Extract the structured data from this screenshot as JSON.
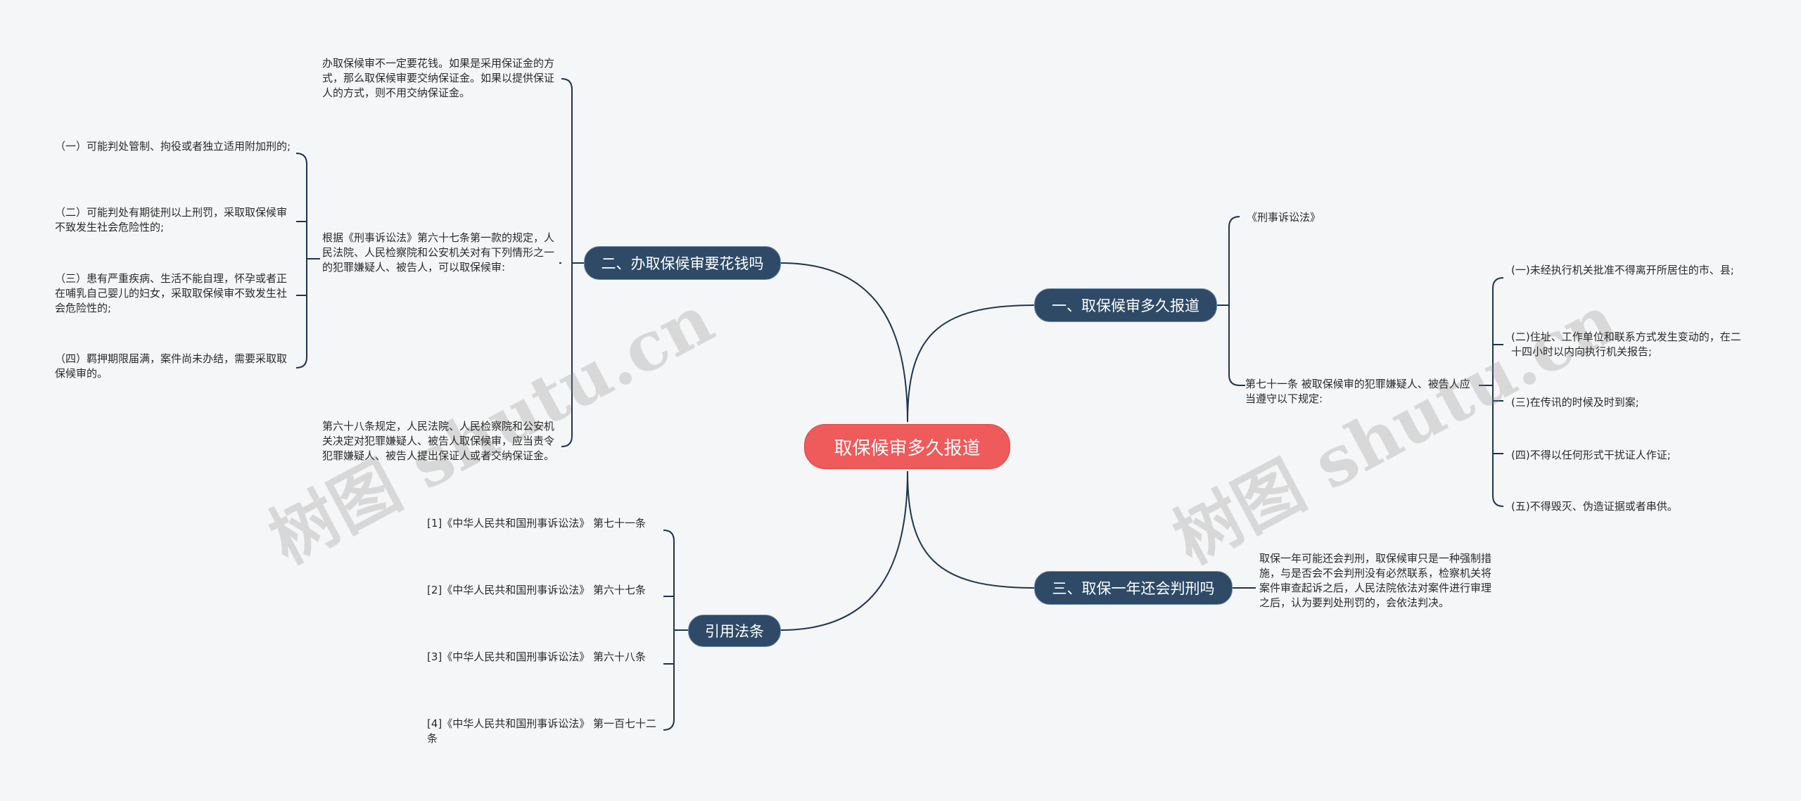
{
  "root": {
    "label": "取保候审多久报道"
  },
  "branches": {
    "b1": {
      "label": "一、取保候审多久报道"
    },
    "b2": {
      "label": "二、办取保候审要花钱吗"
    },
    "b3": {
      "label": "三、取保一年还会判刑吗"
    },
    "b4": {
      "label": "引用法条"
    }
  },
  "b1": {
    "law": "《刑事诉讼法》",
    "article": "第七十一条 被取保候审的犯罪嫌疑人、被告人应当遵守以下规定:",
    "rules": [
      "(一)未经执行机关批准不得离开所居住的市、县;",
      "(二)住址、工作单位和联系方式发生变动的，在二十四小时以内向执行机关报告;",
      "(三)在传讯的时候及时到案;",
      "(四)不得以任何形式干扰证人作证;",
      "(五)不得毁灭、伪造证据或者串供。"
    ]
  },
  "b2": {
    "money": "办取保候审不一定要花钱。如果是采用保证金的方式，那么取保候审要交纳保证金。如果以提供保证人的方式，则不用交纳保证金。",
    "basis": "根据《刑事诉讼法》第六十七条第一款的规定，人民法院、人民检察院和公安机关对有下列情形之一的犯罪嫌疑人、被告人，可以取保候审:",
    "cases": [
      "（一）可能判处管制、拘役或者独立适用附加刑的;",
      "（二）可能判处有期徒刑以上刑罚，采取取保候审不致发生社会危险性的;",
      "（三）患有严重疾病、生活不能自理，怀孕或者正在哺乳自己婴儿的妇女，采取取保候审不致发生社会危险性的;",
      "（四）羁押期限届满，案件尚未办结，需要采取取保候审的。"
    ],
    "art68": "第六十八条规定，人民法院、人民检察院和公安机关决定对犯罪嫌疑人、被告人取保候审，应当责令犯罪嫌疑人、被告人提出保证人或者交纳保证金。"
  },
  "b3": {
    "text": "取保一年可能还会判刑，取保候审只是一种强制措施，与是否会不会判刑没有必然联系，检察机关将案件审查起诉之后，人民法院依法对案件进行审理之后，认为要判处刑罚的，会依法判决。"
  },
  "b4": {
    "refs": [
      "[1]《中华人民共和国刑事诉讼法》 第七十一条",
      "[2]《中华人民共和国刑事诉讼法》 第六十七条",
      "[3]《中华人民共和国刑事诉讼法》 第六十八条",
      "[4]《中华人民共和国刑事诉讼法》 第一百七十二条"
    ]
  },
  "watermark": "树图 shutu.cn",
  "colors": {
    "root": "#ef5a5a",
    "branch": "#2e4a66",
    "line": "#1f3550",
    "background": "#f5f6f7"
  }
}
